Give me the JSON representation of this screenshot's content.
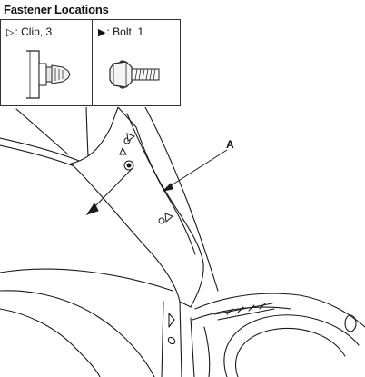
{
  "title": "Fastener Locations",
  "legend": {
    "clip": {
      "symbol": "▷",
      "label": ": Clip, 3"
    },
    "bolt": {
      "symbol": "▶",
      "label": ": Bolt, 1"
    }
  },
  "diagram": {
    "callout_label": "A"
  },
  "icons": {
    "clip_icon": "clip-fastener-icon",
    "bolt_icon": "bolt-fastener-icon"
  }
}
